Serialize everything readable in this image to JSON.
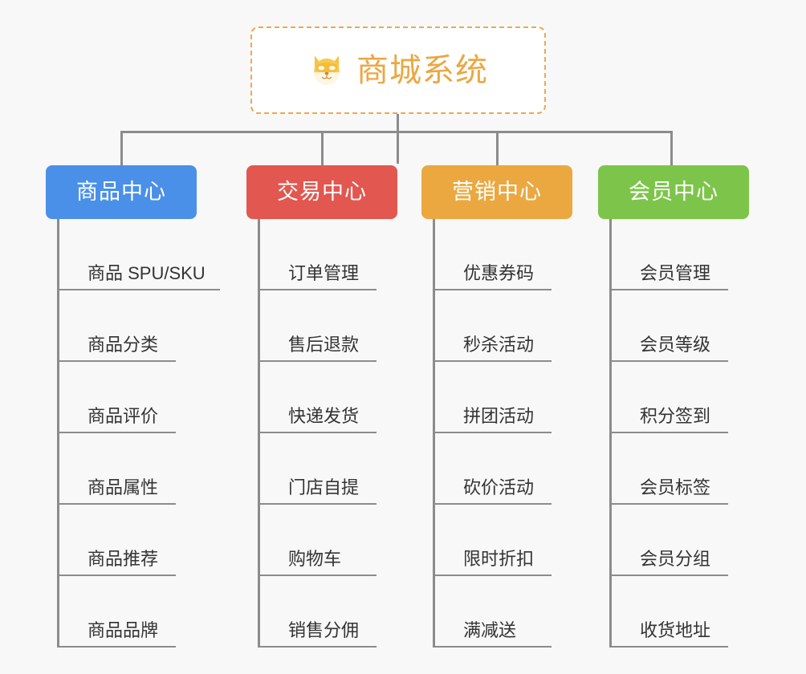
{
  "page": {
    "background_color": "#f8f8f8",
    "line_color": "#8c8c8c",
    "leaf_text_color": "#333333"
  },
  "root": {
    "title": "商城系统",
    "icon": "shiba-dog-face-emoji",
    "text_color": "#eba743",
    "border_color": "#eba94a",
    "background_color": "#ffffff"
  },
  "branches": [
    {
      "label": "商品中心",
      "color": "#4a90e8",
      "items": [
        "商品 SPU/SKU",
        "商品分类",
        "商品评价",
        "商品属性",
        "商品推荐",
        "商品品牌"
      ]
    },
    {
      "label": "交易中心",
      "color": "#e2574f",
      "items": [
        "订单管理",
        "售后退款",
        "快递发货",
        "门店自提",
        "购物车",
        "销售分佣"
      ]
    },
    {
      "label": "营销中心",
      "color": "#eba841",
      "items": [
        "优惠券码",
        "秒杀活动",
        "拼团活动",
        "砍价活动",
        "限时折扣",
        "满减送"
      ]
    },
    {
      "label": "会员中心",
      "color": "#7dc54a",
      "items": [
        "会员管理",
        "会员等级",
        "积分签到",
        "会员标签",
        "会员分组",
        "收货地址"
      ]
    }
  ]
}
